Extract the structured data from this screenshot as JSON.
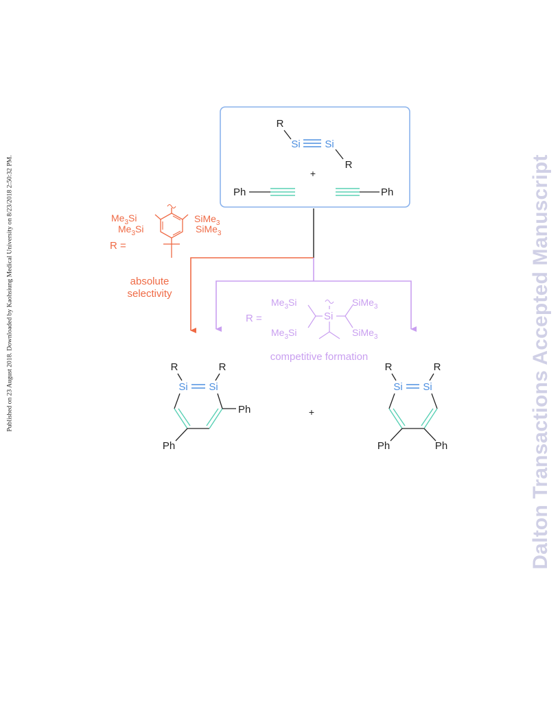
{
  "side_note": "Published on 23 August 2018. Downloaded by Kaohsiung Medical University on 8/23/2018 2:50:32 PM.",
  "watermark": "Dalton Transactions Accepted Manuscript",
  "colors": {
    "silicon": "#4d8fe0",
    "alkyne": "#58d0b4",
    "orange": "#ef6a45",
    "violet": "#c99ff0",
    "frame": "#8ab2ec",
    "bond": "#222222"
  },
  "reactants": {
    "disilyne": {
      "r1": "R",
      "si1": "Si",
      "si2": "Si",
      "r2": "R"
    },
    "plus": "+",
    "alkyne_left": "Ph",
    "alkyne_right": "Ph"
  },
  "orange_route": {
    "r_def": "R =",
    "groups": {
      "tl": "Me3Si",
      "bl": "Me3Si",
      "tr": "SiMe3",
      "br": "SiMe3"
    },
    "label_line1": "absolute",
    "label_line2": "selectivity"
  },
  "violet_route": {
    "r_def": "R =",
    "center": "Si",
    "groups": {
      "tl": "Me3Si",
      "bl": "Me3Si",
      "tr": "SiMe3",
      "br": "SiMe3"
    },
    "label": "competitive formation"
  },
  "products": {
    "left": {
      "r1": "R",
      "r2": "R",
      "si1": "Si",
      "si2": "Si",
      "ph_right": "Ph",
      "ph_bottom": "Ph"
    },
    "plus": "+",
    "right": {
      "r1": "R",
      "r2": "R",
      "si1": "Si",
      "si2": "Si",
      "ph_left": "Ph",
      "ph_right": "Ph"
    }
  }
}
